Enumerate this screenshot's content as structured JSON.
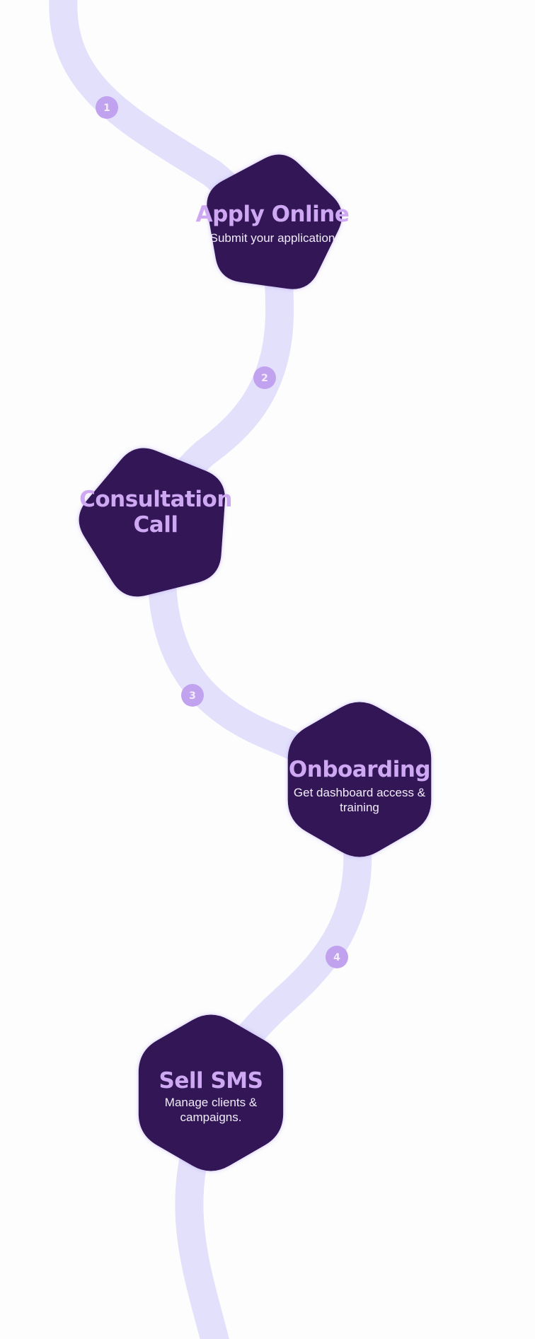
{
  "colors": {
    "background": "#fdfdfd",
    "path": "#e2e0fb",
    "node_fill": "#301456",
    "node_glow": "#a78df0",
    "title_text": "#cfa8f3",
    "desc_text": "#f1ecf9",
    "marker_fill": "#c1a2ee",
    "marker_text": "#f4ecfe"
  },
  "markers": [
    {
      "label": "1"
    },
    {
      "label": "2"
    },
    {
      "label": "3"
    },
    {
      "label": "4"
    }
  ],
  "steps": [
    {
      "title": [
        "Apply Online"
      ],
      "description": [
        "Submit your application"
      ]
    },
    {
      "title": [
        "Consultation",
        "Call"
      ],
      "description": []
    },
    {
      "title": [
        "Onboarding"
      ],
      "description": [
        "Get dashboard access &",
        "training"
      ]
    },
    {
      "title": [
        "Sell SMS"
      ],
      "description": [
        "Manage clients &",
        "campaigns."
      ]
    }
  ]
}
